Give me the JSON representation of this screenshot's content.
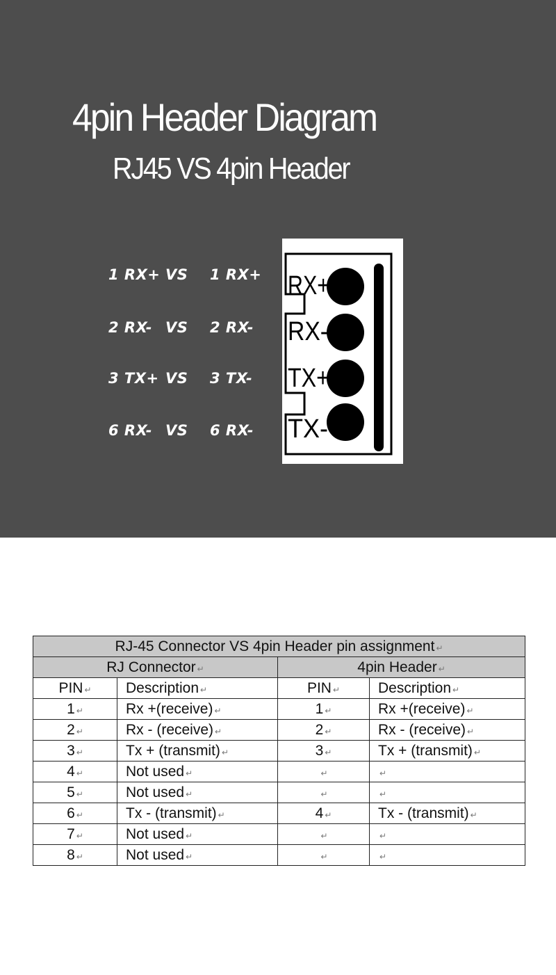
{
  "title": "4pin Header Diagram",
  "subtitle": "RJ45 VS   4pin Header",
  "pin_mapping": [
    {
      "left": "1 RX+",
      "vs": "VS",
      "right": "1 RX+"
    },
    {
      "left": "2 RX-",
      "vs": "VS",
      "right": "2 RX-"
    },
    {
      "left": "3 TX+",
      "vs": "VS",
      "right": "3 TX-"
    },
    {
      "left": "6 RX-",
      "vs": "VS",
      "right": "6 RX-"
    }
  ],
  "header_labels": [
    "RX+",
    "RX-",
    "TX+",
    "TX-"
  ],
  "table": {
    "title": "RJ-45 Connector VS 4pin Header pin assignment",
    "group_left": "RJ Connector",
    "group_right": "4pin Header",
    "col_pin": "PIN",
    "col_desc": "Description",
    "rows": [
      {
        "rj_pin": "1",
        "rj_desc": "Rx +(receive)",
        "h_pin": "1",
        "h_desc": "Rx +(receive)"
      },
      {
        "rj_pin": "2",
        "rj_desc": "Rx - (receive)",
        "h_pin": "2",
        "h_desc": "Rx - (receive)"
      },
      {
        "rj_pin": "3",
        "rj_desc": "Tx + (transmit)",
        "h_pin": "3",
        "h_desc": "Tx + (transmit)"
      },
      {
        "rj_pin": "4",
        "rj_desc": "Not used",
        "h_pin": "",
        "h_desc": ""
      },
      {
        "rj_pin": "5",
        "rj_desc": "Not used",
        "h_pin": "",
        "h_desc": ""
      },
      {
        "rj_pin": "6",
        "rj_desc": "Tx - (transmit)",
        "h_pin": "4",
        "h_desc": "Tx - (transmit)"
      },
      {
        "rj_pin": "7",
        "rj_desc": "Not used",
        "h_pin": "",
        "h_desc": ""
      },
      {
        "rj_pin": "8",
        "rj_desc": "Not used",
        "h_pin": "",
        "h_desc": ""
      }
    ]
  },
  "colors": {
    "panel": "#4d4d4d",
    "table_header": "#c8c8c8"
  }
}
